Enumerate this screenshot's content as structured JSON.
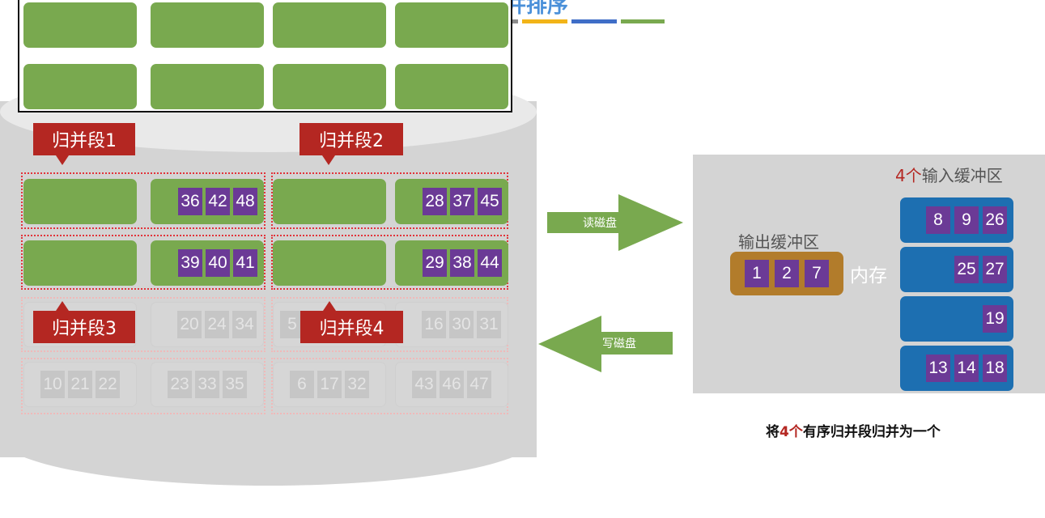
{
  "header": {
    "partial_title": "硬盘与归并排序"
  },
  "colors": {
    "green": "#79a94f",
    "purple": "#6b3a96",
    "red_tag": "#b42722",
    "blue": "#1d6fb1",
    "gold": "#b27c2b",
    "disk": "#d4d4d4"
  },
  "tags": {
    "seg1": "归并段1",
    "seg2": "归并段2",
    "seg3": "归并段3",
    "seg4": "归并段4"
  },
  "disk": {
    "seg1_row_a": [
      "36",
      "42",
      "48"
    ],
    "seg2_row_a": [
      "28",
      "37",
      "45"
    ],
    "seg1_row_b": [
      "39",
      "40",
      "41"
    ],
    "seg2_row_b": [
      "29",
      "38",
      "44"
    ],
    "faded_row_c1": [
      "20",
      "24",
      "34"
    ],
    "faded_row_c2_left": [
      "5"
    ],
    "faded_row_c2": [
      "16",
      "30",
      "31"
    ],
    "faded_row_d1": [
      "10",
      "21",
      "22"
    ],
    "faded_row_d2": [
      "23",
      "33",
      "35"
    ],
    "faded_row_d3": [
      "6",
      "17",
      "32"
    ],
    "faded_row_d4": [
      "43",
      "46",
      "47"
    ]
  },
  "arrows": {
    "read": "读磁盘",
    "write": "写磁盘"
  },
  "memory": {
    "input_title_count": "4个",
    "input_title_rest": "输入缓冲区",
    "output_title": "输出缓冲区",
    "memory_label": "内存",
    "output_values": [
      "1",
      "2",
      "7"
    ],
    "input_rows": [
      [
        "8",
        "9",
        "26"
      ],
      [
        "25",
        "27"
      ],
      [
        "19"
      ],
      [
        "13",
        "14",
        "18"
      ]
    ]
  },
  "caption": {
    "prefix": "将",
    "count": "4个",
    "suffix": "有序归并段归并为一个"
  }
}
